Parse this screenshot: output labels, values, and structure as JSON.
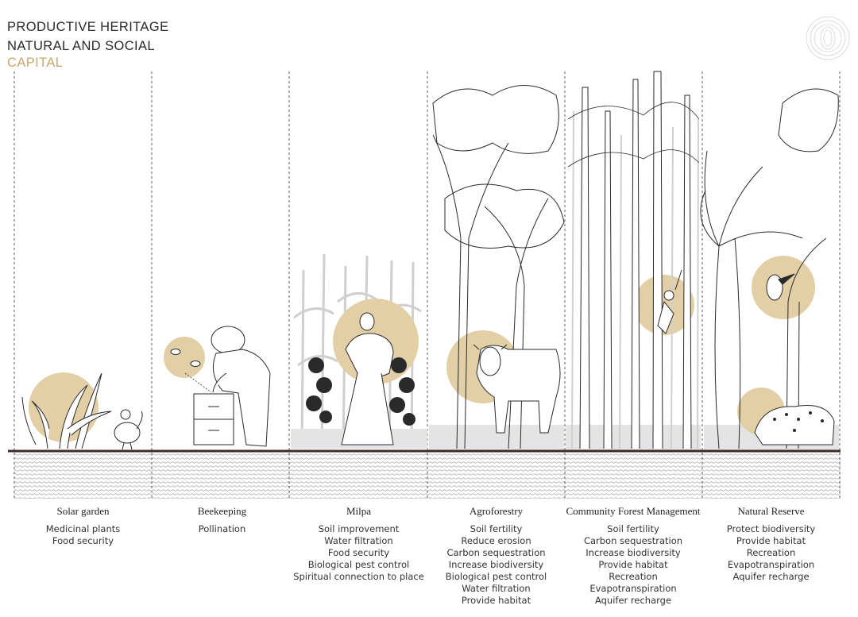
{
  "header": {
    "line1": "PRODUCTIVE HERITAGE",
    "line2": "NATURAL AND SOCIAL",
    "line3": "CAPITAL"
  },
  "colors": {
    "accent": "#c9a66b",
    "circle": "#e3cfa6",
    "ink": "#2a2a2a",
    "ground": "#3a2d28"
  },
  "logo": {
    "icon": "radiating-circle-icon"
  },
  "columns": [
    {
      "title": "Solar garden",
      "icon": "plants-chicken-illustration",
      "items": [
        "Medicinal plants",
        "Food security"
      ]
    },
    {
      "title": "Beekeeping",
      "icon": "beekeeper-hive-illustration",
      "items": [
        "Pollination"
      ]
    },
    {
      "title": "Milpa",
      "icon": "corn-woman-illustration",
      "items": [
        "Soil improvement",
        "Water filtration",
        "Food security",
        "Biological pest control",
        "Spiritual connection to place"
      ]
    },
    {
      "title": "Agroforestry",
      "icon": "trees-cow-illustration",
      "items": [
        "Soil fertility",
        "Reduce erosion",
        "Carbon sequestration",
        "Increase biodiversity",
        "Biological pest control",
        "Water filtration",
        "Provide habitat"
      ]
    },
    {
      "title": "Community Forest Management",
      "icon": "tall-forest-climber-illustration",
      "items": [
        "Soil fertility",
        "Carbon sequestration",
        "Increase biodiversity",
        "Provide habitat",
        "Recreation",
        "Evapotranspiration",
        "Aquifer recharge"
      ]
    },
    {
      "title": "Natural Reserve",
      "icon": "palm-toucan-jaguar-illustration",
      "items": [
        "Protect biodiversity",
        "Provide habitat",
        "Recreation",
        "Evapotranspiration",
        "Aquifer recharge"
      ]
    }
  ]
}
